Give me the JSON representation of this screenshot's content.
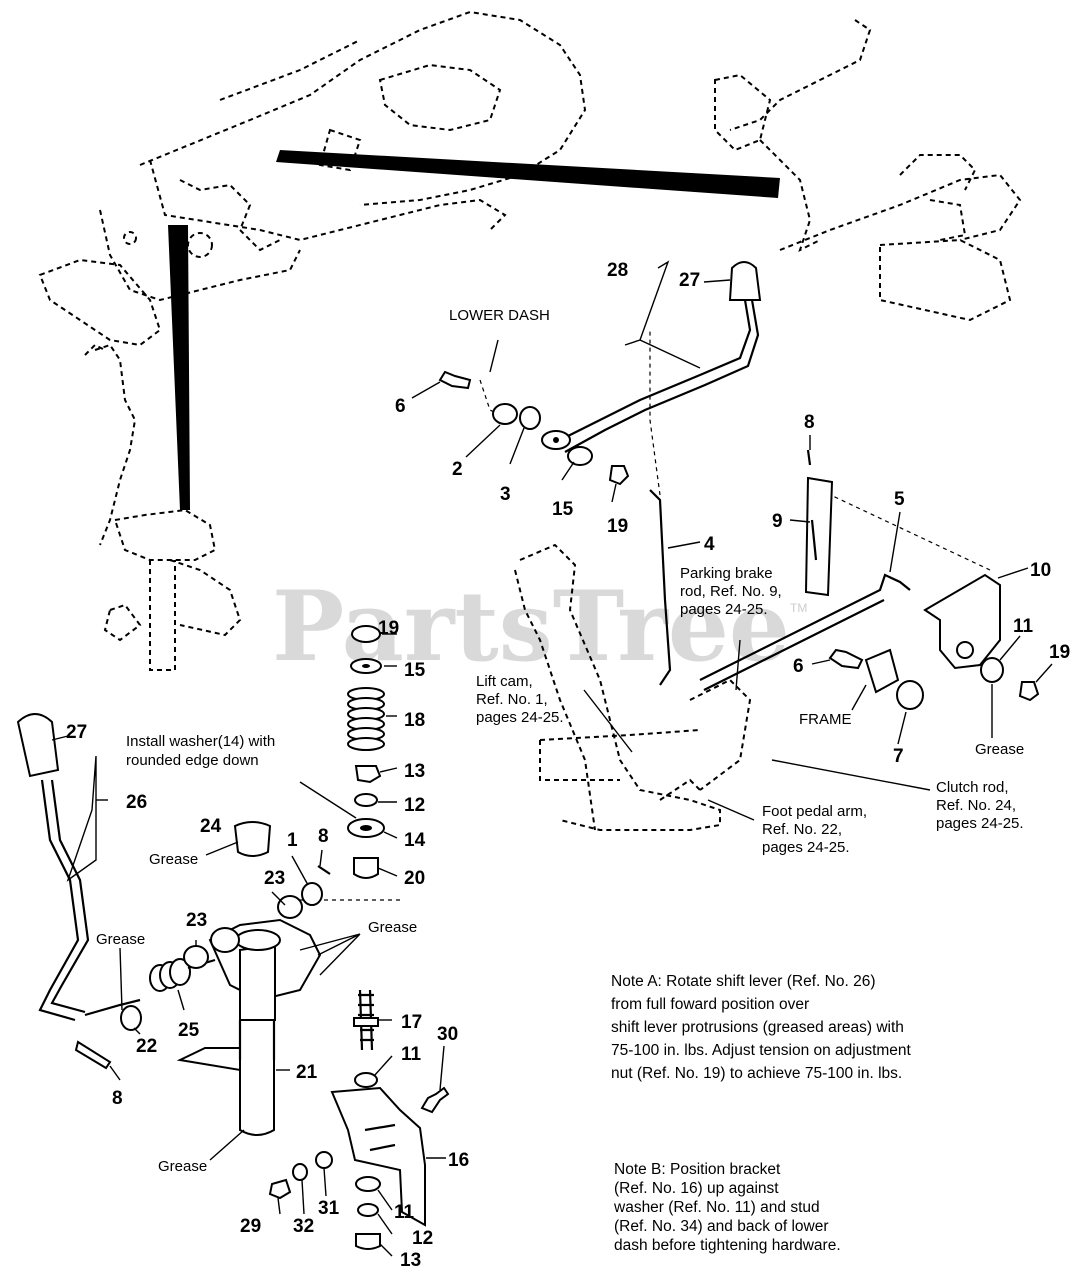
{
  "watermark": {
    "text": "PartsTree",
    "tm": "TM"
  },
  "labels": {
    "lower_dash": "LOWER DASH",
    "frame": "FRAME",
    "grease": "Grease",
    "parking_brake": [
      "Parking brake",
      "rod, Ref. No. 9,",
      "pages 24-25."
    ],
    "lift_cam": [
      "Lift cam,",
      "Ref. No. 1,",
      "pages 24-25."
    ],
    "foot_pedal": [
      "Foot pedal arm,",
      "Ref. No. 22,",
      "pages 24-25."
    ],
    "clutch_rod": [
      "Clutch rod,",
      "Ref. No. 24,",
      "pages 24-25."
    ],
    "install_washer": [
      "Install washer(14) with",
      "rounded edge down"
    ]
  },
  "parts": {
    "p1": "1",
    "p2": "2",
    "p3": "3",
    "p4": "4",
    "p5": "5",
    "p6": "6",
    "p7": "7",
    "p8": "8",
    "p9": "9",
    "p10": "10",
    "p11": "11",
    "p12": "12",
    "p13": "13",
    "p14": "14",
    "p15": "15",
    "p16": "16",
    "p17": "17",
    "p18": "18",
    "p19": "19",
    "p20": "20",
    "p21": "21",
    "p22": "22",
    "p23": "23",
    "p24": "24",
    "p25": "25",
    "p26": "26",
    "p27": "27",
    "p28": "28",
    "p29": "29",
    "p30": "30",
    "p31": "31",
    "p32": "32"
  },
  "notes": {
    "note_a": [
      "Note A: Rotate shift lever (Ref. No. 26)",
      " from full foward position over",
      "shift lever protrusions (greased areas) with",
      "75-100 in. lbs.  Adjust tension on adjustment",
      "nut (Ref. No. 19) to achieve 75-100 in. lbs."
    ],
    "note_b": [
      "Note B:  Position bracket",
      "(Ref. No. 16) up against",
      "washer (Ref. No. 11) and stud",
      "(Ref. No. 34) and back of lower",
      "dash before tightening hardware."
    ]
  }
}
